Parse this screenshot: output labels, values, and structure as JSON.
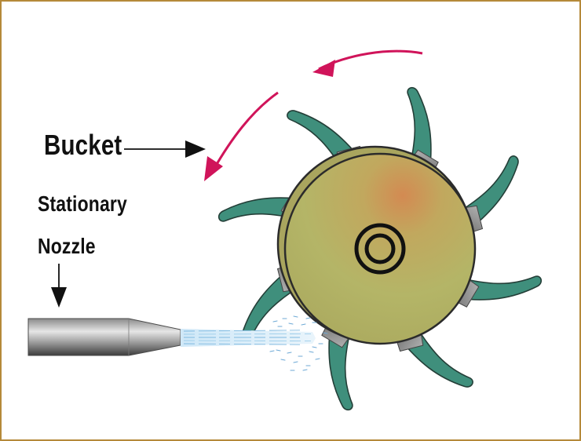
{
  "labels": {
    "bucket": "Bucket",
    "stationary": "Stationary",
    "nozzle": "Nozzle"
  },
  "colors": {
    "border": "#b5893a",
    "rotation_arrow": "#d0145a",
    "bucket_green": "#3f8f7c",
    "bucket_grey": "#8a8a8a",
    "wheel_olive": "#b4b567",
    "jet_blue": "#bfe0f5"
  },
  "icons": [
    "rotation-arrow-icon",
    "pointer-arrow-icon",
    "nozzle-icon",
    "water-jet-icon",
    "pelton-wheel-icon"
  ]
}
